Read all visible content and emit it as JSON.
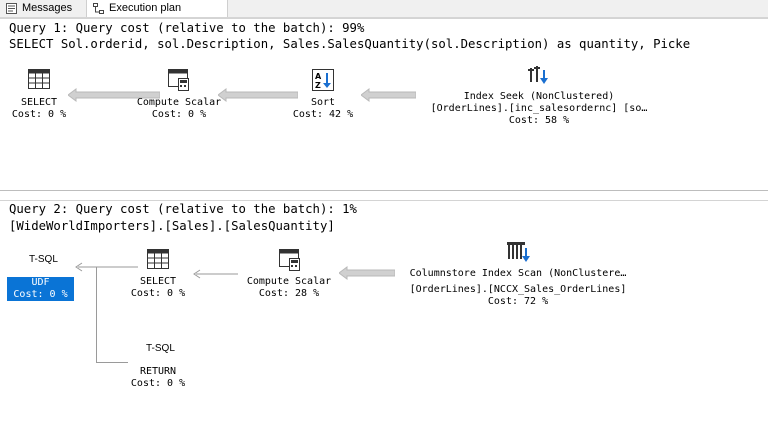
{
  "tabs": [
    {
      "label": "Messages",
      "icon": "messages-icon"
    },
    {
      "label": "Execution plan",
      "icon": "execution-plan-icon",
      "active": true
    }
  ],
  "query1": {
    "header": "Query 1: Query cost (relative to the batch): 99%",
    "sql": "SELECT Sol.orderid, sol.Description, Sales.SalesQuantity(sol.Description) as quantity, Picke",
    "nodes": [
      {
        "name": "SELECT",
        "detail": "",
        "cost": "Cost: 0 %",
        "icon": "select-icon"
      },
      {
        "name": "Compute Scalar",
        "detail": "",
        "cost": "Cost: 0 %",
        "icon": "compute-scalar-icon"
      },
      {
        "name": "Sort",
        "detail": "",
        "cost": "Cost: 42 %",
        "icon": "sort-icon"
      },
      {
        "name": "Index Seek (NonClustered)",
        "detail": "[OrderLines].[inc_salesordernc] [so…",
        "cost": "Cost: 58 %",
        "icon": "index-seek-icon"
      }
    ]
  },
  "query2": {
    "header": "Query 2: Query cost (relative to the batch): 1%",
    "sql": "[WideWorldImporters].[Sales].[SalesQuantity]",
    "udf": {
      "tag": "T-SQL",
      "name": "UDF",
      "cost": "Cost: 0 %"
    },
    "return": {
      "tag": "T-SQL",
      "name": "RETURN",
      "cost": "Cost: 0 %"
    },
    "nodes": [
      {
        "name": "SELECT",
        "detail": "",
        "cost": "Cost: 0 %",
        "icon": "select-icon"
      },
      {
        "name": "Compute Scalar",
        "detail": "",
        "cost": "Cost: 28 %",
        "icon": "compute-scalar-icon"
      },
      {
        "name": "Columnstore Index Scan (NonClustere…",
        "detail": "[OrderLines].[NCCX_Sales_OrderLines]",
        "cost": "Cost: 72 %",
        "icon": "columnstore-index-scan-icon"
      }
    ]
  }
}
